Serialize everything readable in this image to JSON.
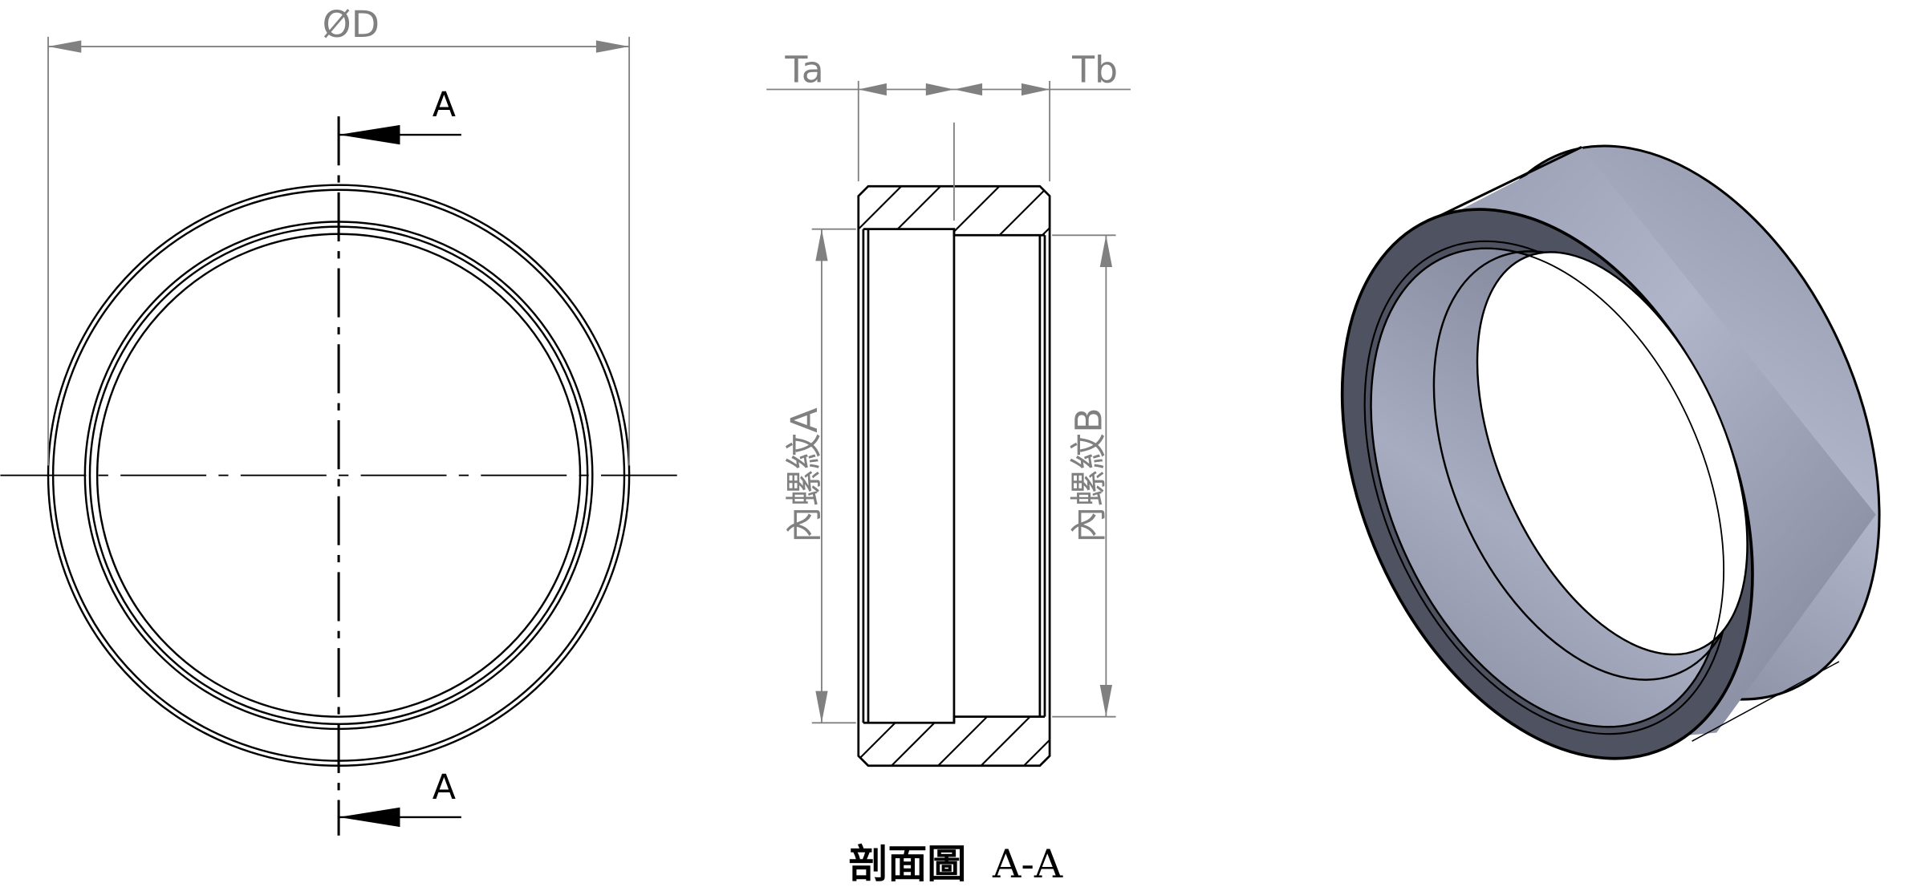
{
  "front_view": {
    "diameter_label": "ØD",
    "section_label_top": "A",
    "section_label_bottom": "A"
  },
  "section_view": {
    "thickness_a_label": "Ta",
    "thickness_b_label": "Tb",
    "thread_a_label": "內螺紋A",
    "thread_b_label": "內螺紋B",
    "caption_cjk": "剖面圖",
    "caption_id": "A-A"
  },
  "colors": {
    "line": "#000000",
    "dimension": "#808080",
    "body_light": "#aeb3c8",
    "body_mid": "#8f94a8",
    "rim_dark": "#4f5260"
  }
}
